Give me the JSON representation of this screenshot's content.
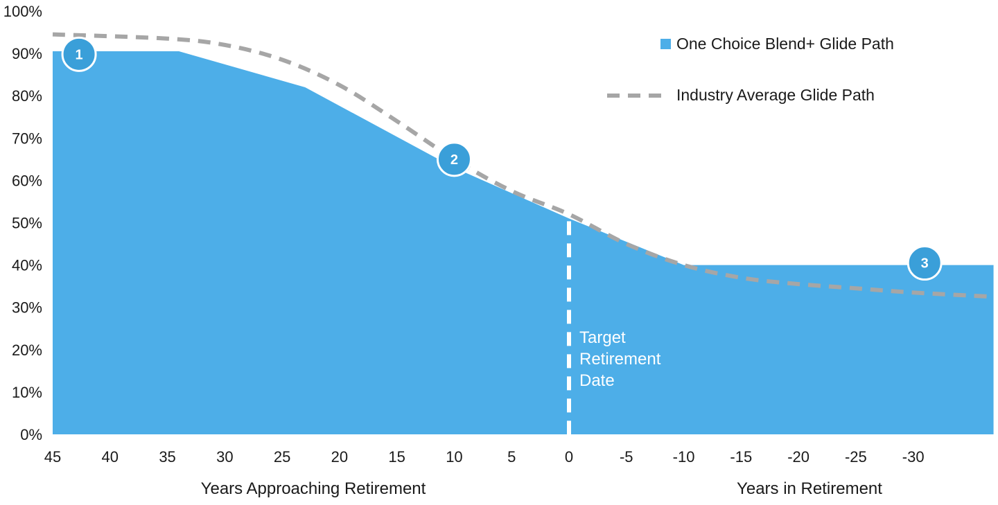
{
  "colors": {
    "area": "#4daee8",
    "dashed": "#a6a6a6",
    "marker": "#3a9fd9",
    "text": "#1a1a1a"
  },
  "chart_data": {
    "type": "area",
    "title": "",
    "xlabel_left": "Years Approaching Retirement",
    "xlabel_right": "Years in Retirement",
    "ylabel": "",
    "ylim": [
      0,
      100
    ],
    "xlim": [
      45,
      -37
    ],
    "x_ticks": [
      45,
      40,
      35,
      30,
      25,
      20,
      15,
      10,
      5,
      0,
      -5,
      -10,
      -15,
      -20,
      -25,
      -30
    ],
    "y_ticks": [
      "0%",
      "10%",
      "20%",
      "30%",
      "40%",
      "50%",
      "60%",
      "70%",
      "80%",
      "90%",
      "100%"
    ],
    "grid": false,
    "legend_position": "top-right",
    "series": [
      {
        "name": "One Choice Blend+ Glide Path",
        "style": "area",
        "x": [
          45,
          34,
          23,
          10,
          0,
          -10,
          -37
        ],
        "y": [
          90.5,
          90.5,
          82,
          63,
          51,
          40,
          40
        ]
      },
      {
        "name": "Industry Average Glide Path",
        "style": "dashed",
        "x": [
          45,
          35,
          30,
          25,
          20,
          15,
          10,
          5,
          0,
          -5,
          -10,
          -15,
          -20,
          -25,
          -30,
          -37
        ],
        "y": [
          94.5,
          93.5,
          92,
          88.5,
          82.5,
          74,
          65,
          57.5,
          52,
          45,
          40,
          37,
          35.5,
          34.5,
          33.5,
          32.5
        ]
      }
    ],
    "annotations": {
      "target_line": {
        "x": 0,
        "label_lines": [
          "Target",
          "Retirement",
          "Date"
        ]
      },
      "markers": [
        {
          "label": "1",
          "x": 42.7,
          "y": 89.8
        },
        {
          "label": "2",
          "x": 10,
          "y": 65
        },
        {
          "label": "3",
          "x": -31,
          "y": 40.5
        }
      ]
    }
  }
}
